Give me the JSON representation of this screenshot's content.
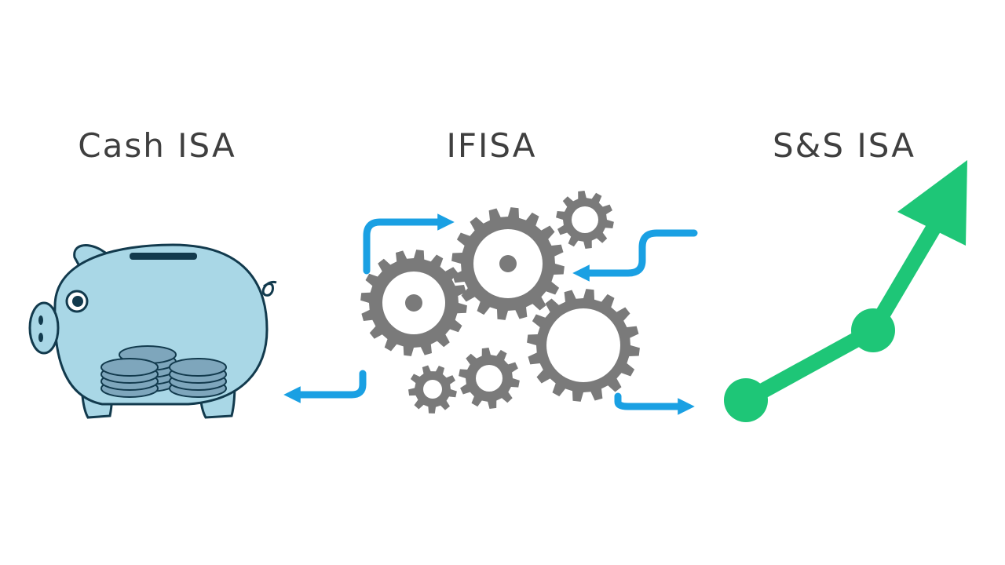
{
  "headings": {
    "cash_isa": "Cash ISA",
    "ifisa": "IFISA",
    "ss_isa": "S&S ISA"
  },
  "colors": {
    "text": "#3f3f3f",
    "pig_fill": "#a9d7e6",
    "pig_outline": "#123a4d",
    "coin_fill": "#7ea6bc",
    "gear": "#7a7a7a",
    "arrow": "#1aa0e3",
    "growth": "#1ec677"
  },
  "icons": {
    "left": "piggy-bank-with-coins-icon",
    "middle": "gears-with-arrows-icon",
    "right": "growth-chart-arrow-icon"
  }
}
